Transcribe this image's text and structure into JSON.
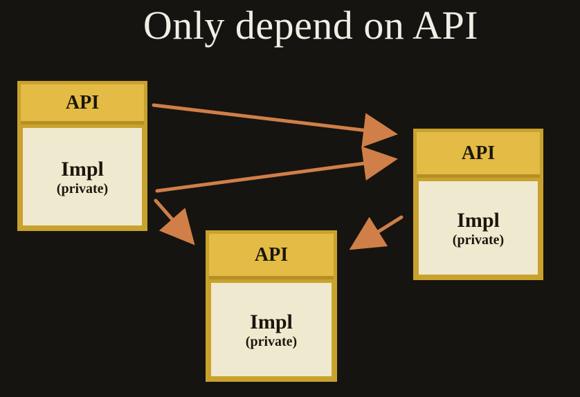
{
  "title": "Only depend on API",
  "modules": {
    "left": {
      "api": "API",
      "impl": "Impl",
      "impl_sub": "(private)"
    },
    "right": {
      "api": "API",
      "impl": "Impl",
      "impl_sub": "(private)"
    },
    "bottom": {
      "api": "API",
      "impl": "Impl",
      "impl_sub": "(private)"
    }
  },
  "colors": {
    "background": "#161410",
    "api_fill": "#e3bb45",
    "impl_fill": "#efe9cf",
    "border": "#c9a22e",
    "arrow": "#d07f48",
    "title": "#f1eee6"
  }
}
